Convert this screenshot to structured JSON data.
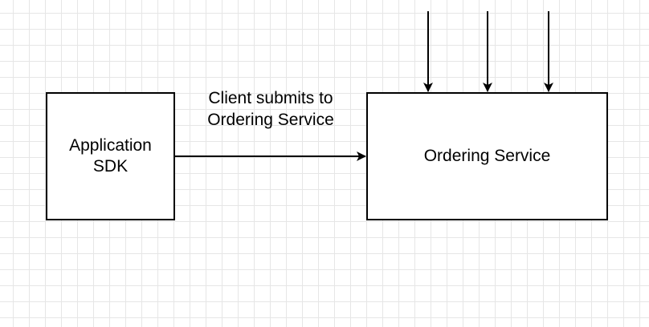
{
  "diagram": {
    "nodes": [
      {
        "id": "app-sdk",
        "label": "Application\nSDK"
      },
      {
        "id": "ordering-service",
        "label": "Ordering Service"
      }
    ],
    "edges": [
      {
        "from": "app-sdk",
        "to": "ordering-service",
        "label": "Client submits to\nOrdering Service"
      },
      {
        "from": "",
        "to": "ordering-service",
        "label": ""
      },
      {
        "from": "",
        "to": "ordering-service",
        "label": ""
      },
      {
        "from": "",
        "to": "ordering-service",
        "label": ""
      }
    ],
    "colors": {
      "stroke": "#000000",
      "fill": "#ffffff",
      "grid": "#e6e6e6"
    }
  }
}
